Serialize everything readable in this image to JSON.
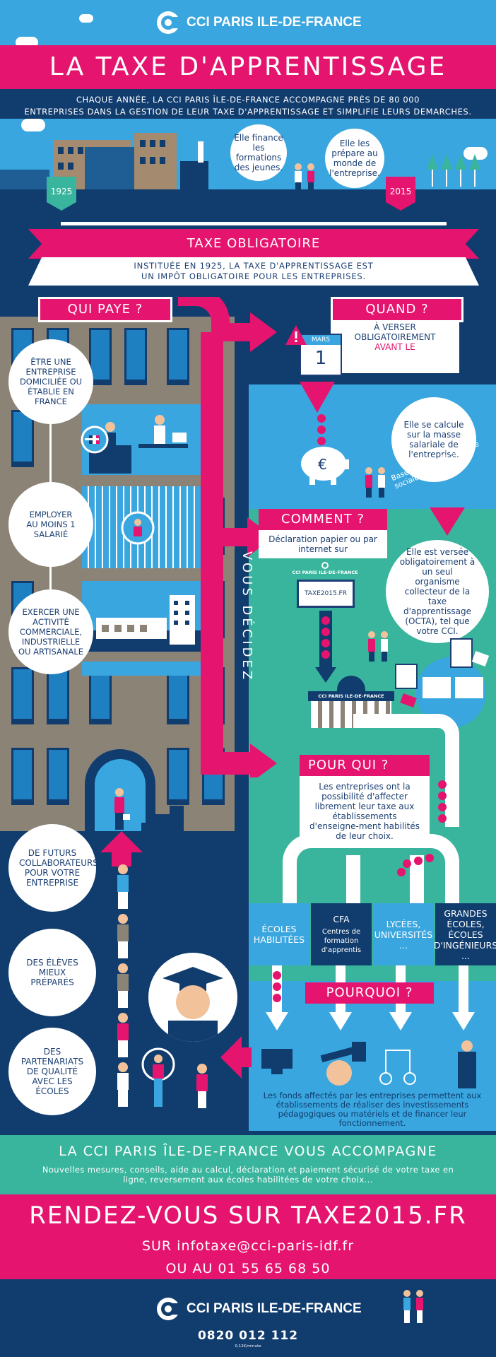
{
  "header": {
    "brand": "CCI PARIS ILE-DE-FRANCE"
  },
  "title": "LA TAXE D'APPRENTISSAGE",
  "subtitle_line1": "CHAQUE ANNÉE, LA CCI PARIS ÎLE-DE-FRANCE ACCOMPAGNE PRÈS DE 80 000",
  "subtitle_line2": "ENTREPRISES DANS LA GESTION DE LEUR TAXE D'APPRENTISSAGE ET SIMPLIFIE LEURS DEMARCHES.",
  "timeline": {
    "year_start": "1925",
    "year_end": "2015",
    "bubble_left": "Elle finance les formations des jeunes.",
    "bubble_right": "Elle les prépare au monde de l'entreprise."
  },
  "taxe": {
    "banner": "TAXE OBLIGATOIRE",
    "desc_line1": "INSTITUÉE EN 1925, LA TAXE D'APPRENTISSAGE EST",
    "desc_line2": "UN IMPÔT OBLIGATOIRE POUR LES ENTREPRISES."
  },
  "qui_paye": {
    "label": "QUI PAYE ?",
    "items": [
      "ÊTRE UNE ENTREPRISE DOMICILIÉE OU ÉTABLIE EN FRANCE",
      "EMPLOYER AU MOINS 1 SALARIÉ",
      "EXERCER UNE ACTIVITÉ COMMERCIALE, INDUSTRIELLE OU ARTISANALE"
    ]
  },
  "quand": {
    "label": "QUAND ?",
    "line1": "À VERSER",
    "line2": "OBLIGATOIREMENT",
    "line3": "AVANT LE",
    "calendar_month": "MARS",
    "calendar_day": "1"
  },
  "calcul": {
    "bubble": "Elle se calcule sur la masse salariale de l'entreprise.",
    "arc": "Base brute de la Sécurité sociale"
  },
  "vous_decidez": "VOUS DÉCIDEZ",
  "comment": {
    "label": "COMMENT ?",
    "desc": "Déclaration papier ou par internet sur",
    "screen_brand": "CCI PARIS ILE-DE-FRANCE",
    "screen_url": "TAXE2015.FR",
    "bubble": "Elle est versée obligatoirement à un seul organisme collecteur de la taxe d'apprentissage (OCTA), tel que votre CCI.",
    "building_label": "CCI PARIS ILE-DE-FRANCE"
  },
  "pour_qui": {
    "label": "POUR QUI ?",
    "desc": "Les entreprises ont la possibilité d'affecter librement leur taxe aux établissements d'enseigne-ment habilités de leur choix."
  },
  "schools": [
    {
      "title": "ÉCOLES HABILITÉES",
      "sub": ""
    },
    {
      "title": "CFA",
      "sub": "Centres de formation d'apprentis"
    },
    {
      "title": "LYCÉES, UNIVERSITÉS ...",
      "sub": ""
    },
    {
      "title": "GRANDES ÉCOLES, ÉCOLES D'INGÉNIEURS ...",
      "sub": ""
    }
  ],
  "benefits": [
    "DE FUTURS COLLABORATEURS POUR VOTRE ENTREPRISE",
    "DES ÉLÈVES MIEUX PRÉPARÉS",
    "DES PARTENARIATS DE QUALITÉ AVEC LES ÉCOLES"
  ],
  "pourquoi": {
    "label": "POURQUOI ?",
    "desc": "Les fonds affectés par les entreprises permettent aux établissements de réaliser des investissements pédagogiques ou matériels et de financer leur fonctionnement."
  },
  "accompagne": {
    "title": "LA CCI PARIS ÎLE-DE-FRANCE VOUS ACCOMPAGNE",
    "desc_line1": "Nouvelles mesures, conseils, aide au calcul, déclaration et paiement sécurisé de votre taxe en",
    "desc_line2": "ligne, reversement aux écoles habilitées de votre choix..."
  },
  "cta": {
    "title": "RENDEZ-VOUS SUR TAXE2015.FR",
    "email_line": "SUR infotaxe@cci-paris-idf.fr",
    "phone_line": "OU AU 01 55 65 68 50"
  },
  "footer": {
    "brand": "CCI PARIS ILE-DE-FRANCE",
    "phone": "0820 012 112",
    "phone_note": "0,12€/minute"
  },
  "colors": {
    "navy": "#103c6e",
    "sky": "#3aa6df",
    "magenta": "#e5146e",
    "teal": "#39b59d",
    "grey": "#8c8377"
  }
}
